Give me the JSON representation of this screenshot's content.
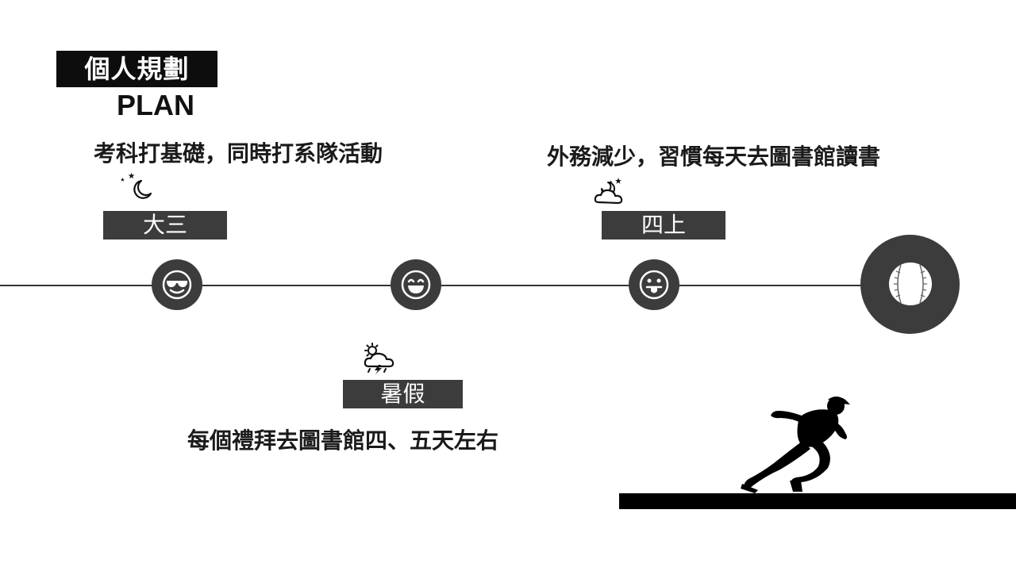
{
  "header": {
    "title": "個人規劃",
    "subtitle": "PLAN"
  },
  "milestones": [
    {
      "label": "大三",
      "description": "考科打基礎，同時打系隊活動",
      "weather_icon": "night-moon-stars-icon",
      "face_icon": "cool-sunglasses-face-icon"
    },
    {
      "label": "暑假",
      "description": "每個禮拜去圖書館四、五天左右",
      "weather_icon": "thunderstorm-sun-icon",
      "face_icon": "grinning-face-icon"
    },
    {
      "label": "四上",
      "description": "外務減少，習慣每天去圖書館讀書",
      "weather_icon": "night-cloudy-icon",
      "face_icon": "tongue-out-face-icon"
    }
  ],
  "goal_icon": "baseball-icon",
  "illustration": "baseball-runner-silhouette",
  "colors": {
    "title_bg": "#0d0d0d",
    "label_bg": "#3c3c3c",
    "node_bg": "#3c3c3c",
    "ground": "#000000",
    "background": "#ffffff"
  }
}
